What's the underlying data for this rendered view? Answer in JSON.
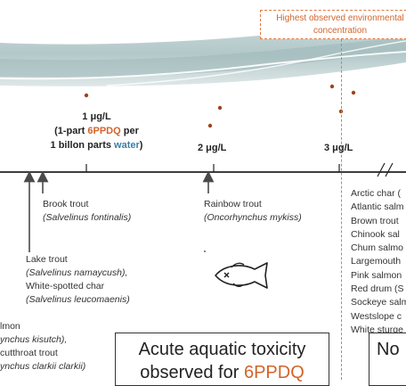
{
  "callout": {
    "line1": "Highest observed environmental",
    "line2": "concentration"
  },
  "axis_ticks": {
    "t1": {
      "value": "1 μg/L",
      "note_line2_pre": "(1-part ",
      "note_line2_em": "6PPDQ",
      "note_line2_post": " per",
      "note_line3_pre": "1 billon parts ",
      "note_line3_em": "water",
      "note_line3_post": ")"
    },
    "t2": {
      "value": "2 μg/L"
    },
    "t3": {
      "value": "3 μg/L"
    }
  },
  "species": {
    "brook": {
      "common": "Brook trout",
      "latin": "(Salvelinus fontinalis)"
    },
    "rainbow": {
      "common": "Rainbow trout",
      "latin": "(Oncorhynchus mykiss)"
    },
    "lake": {
      "common": "Lake trout",
      "latin": "(Salvelinus namaycush),",
      "common2": "White-spotted char",
      "latin2": "(Salvelinus leucomaenis)"
    },
    "left_cut": {
      "l1": "lmon",
      "l2": "ynchus kisutch),",
      "l3": "cutthroat trout",
      "l4": "ynchus clarkii clarkii)"
    },
    "right_list": [
      "Arctic char (",
      "Atlantic salm",
      "Brown trout",
      "Chinook sal",
      "Chum salmo",
      "Largemouth",
      "Pink salmon",
      "Red drum (S",
      "Sockeye salm",
      "Westslope c",
      "White sturge"
    ]
  },
  "bottom_box_left": {
    "line1": "Acute aquatic toxicity",
    "line2_pre": "observed for ",
    "line2_em": "6PPDQ"
  },
  "bottom_box_right": {
    "line1": "No"
  },
  "colors": {
    "accent": "#d2642b",
    "water": "#3b7fa3",
    "dots": "#a0421c"
  }
}
